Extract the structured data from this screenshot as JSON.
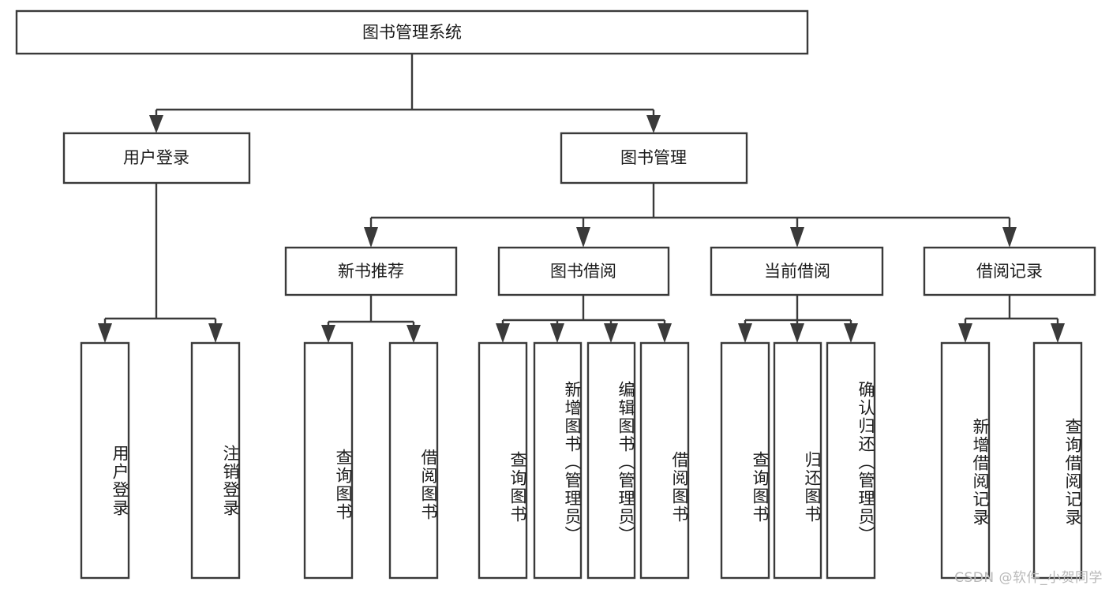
{
  "diagram": {
    "title": "图书管理系统",
    "type": "tree-hierarchy-chart",
    "orientation": "top-down",
    "colors": {
      "box_fill": "#ffffff",
      "box_stroke": "#3a3a3a",
      "text": "#1c1c1c",
      "background": "#ffffff",
      "watermark": "#b8b8b8"
    }
  },
  "nodes": {
    "root": {
      "label": "图书管理系统",
      "level": 1,
      "text_direction": "horizontal"
    },
    "level2": [
      {
        "id": "user-login",
        "label": "用户登录",
        "text_direction": "horizontal"
      },
      {
        "id": "book-management",
        "label": "图书管理",
        "text_direction": "horizontal"
      }
    ],
    "level3": [
      {
        "id": "new-book-recommend",
        "label": "新书推荐",
        "text_direction": "horizontal",
        "parent": "book-management"
      },
      {
        "id": "book-borrow",
        "label": "图书借阅",
        "text_direction": "horizontal",
        "parent": "book-management"
      },
      {
        "id": "current-borrow",
        "label": "当前借阅",
        "text_direction": "horizontal",
        "parent": "book-management"
      },
      {
        "id": "borrow-record",
        "label": "借阅记录",
        "text_direction": "horizontal",
        "parent": "book-management"
      }
    ],
    "leaves": [
      {
        "id": "leaf-user-login",
        "label": "用户登录",
        "parent": "user-login",
        "text_direction": "vertical"
      },
      {
        "id": "leaf-logout",
        "label": "注销登录",
        "parent": "user-login",
        "text_direction": "vertical"
      },
      {
        "id": "leaf-query-book-1",
        "label": "查询图书",
        "parent": "new-book-recommend",
        "text_direction": "vertical"
      },
      {
        "id": "leaf-borrow-book-1",
        "label": "借阅图书",
        "parent": "new-book-recommend",
        "text_direction": "vertical"
      },
      {
        "id": "leaf-query-book-2",
        "label": "查询图书",
        "parent": "book-borrow",
        "text_direction": "vertical"
      },
      {
        "id": "leaf-add-book",
        "label": "新增图书（管理员）",
        "parent": "book-borrow",
        "text_direction": "vertical"
      },
      {
        "id": "leaf-edit-book",
        "label": "编辑图书（管理员）",
        "parent": "book-borrow",
        "text_direction": "vertical"
      },
      {
        "id": "leaf-borrow-book-2",
        "label": "借阅图书",
        "parent": "book-borrow",
        "text_direction": "vertical"
      },
      {
        "id": "leaf-query-book-3",
        "label": "查询图书",
        "parent": "current-borrow",
        "text_direction": "vertical"
      },
      {
        "id": "leaf-return-book",
        "label": "归还图书",
        "parent": "current-borrow",
        "text_direction": "vertical"
      },
      {
        "id": "leaf-confirm-return",
        "label": "确认归还（管理员）",
        "parent": "current-borrow",
        "text_direction": "vertical"
      },
      {
        "id": "leaf-add-record",
        "label": "新增借阅记录",
        "parent": "borrow-record",
        "text_direction": "vertical"
      },
      {
        "id": "leaf-query-record",
        "label": "查询借阅记录",
        "parent": "borrow-record",
        "text_direction": "vertical"
      }
    ]
  },
  "watermark": {
    "text": "CSDN @软件_小贺同学"
  }
}
